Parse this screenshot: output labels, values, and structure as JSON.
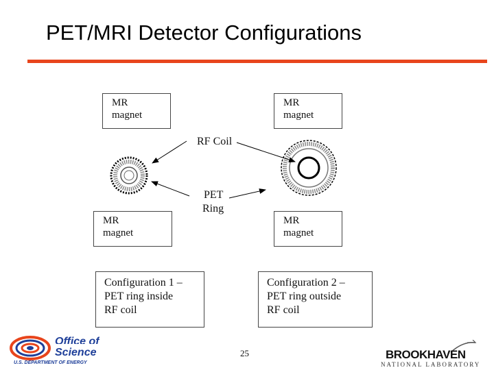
{
  "slide": {
    "title": "PET/MRI Detector Configurations",
    "accent_color": "#e8451c",
    "page_number": "25"
  },
  "diagram": {
    "mr_magnet_boxes": [
      {
        "line1": "MR",
        "line2": "magnet"
      },
      {
        "line1": "MR",
        "line2": "magnet"
      },
      {
        "line1": "MR",
        "line2": "magnet"
      },
      {
        "line1": "MR",
        "line2": "magnet"
      }
    ],
    "rf_coil_label": "RF Coil",
    "pet_ring_label": {
      "line1": "PET",
      "line2": "Ring"
    },
    "configurations": [
      {
        "line1": "Configuration 1 –",
        "line2": "PET ring inside",
        "line3": "RF coil"
      },
      {
        "line1": "Configuration 2 –",
        "line2": "PET ring outside",
        "line3": "RF coil"
      }
    ]
  },
  "footer": {
    "doe_logo": {
      "office": "Office of",
      "science": "Science",
      "department": "U.S. DEPARTMENT OF ENERGY"
    },
    "bnl_logo": {
      "name": "BROOKHAVEN",
      "subtitle": "NATIONAL LABORATORY"
    }
  }
}
